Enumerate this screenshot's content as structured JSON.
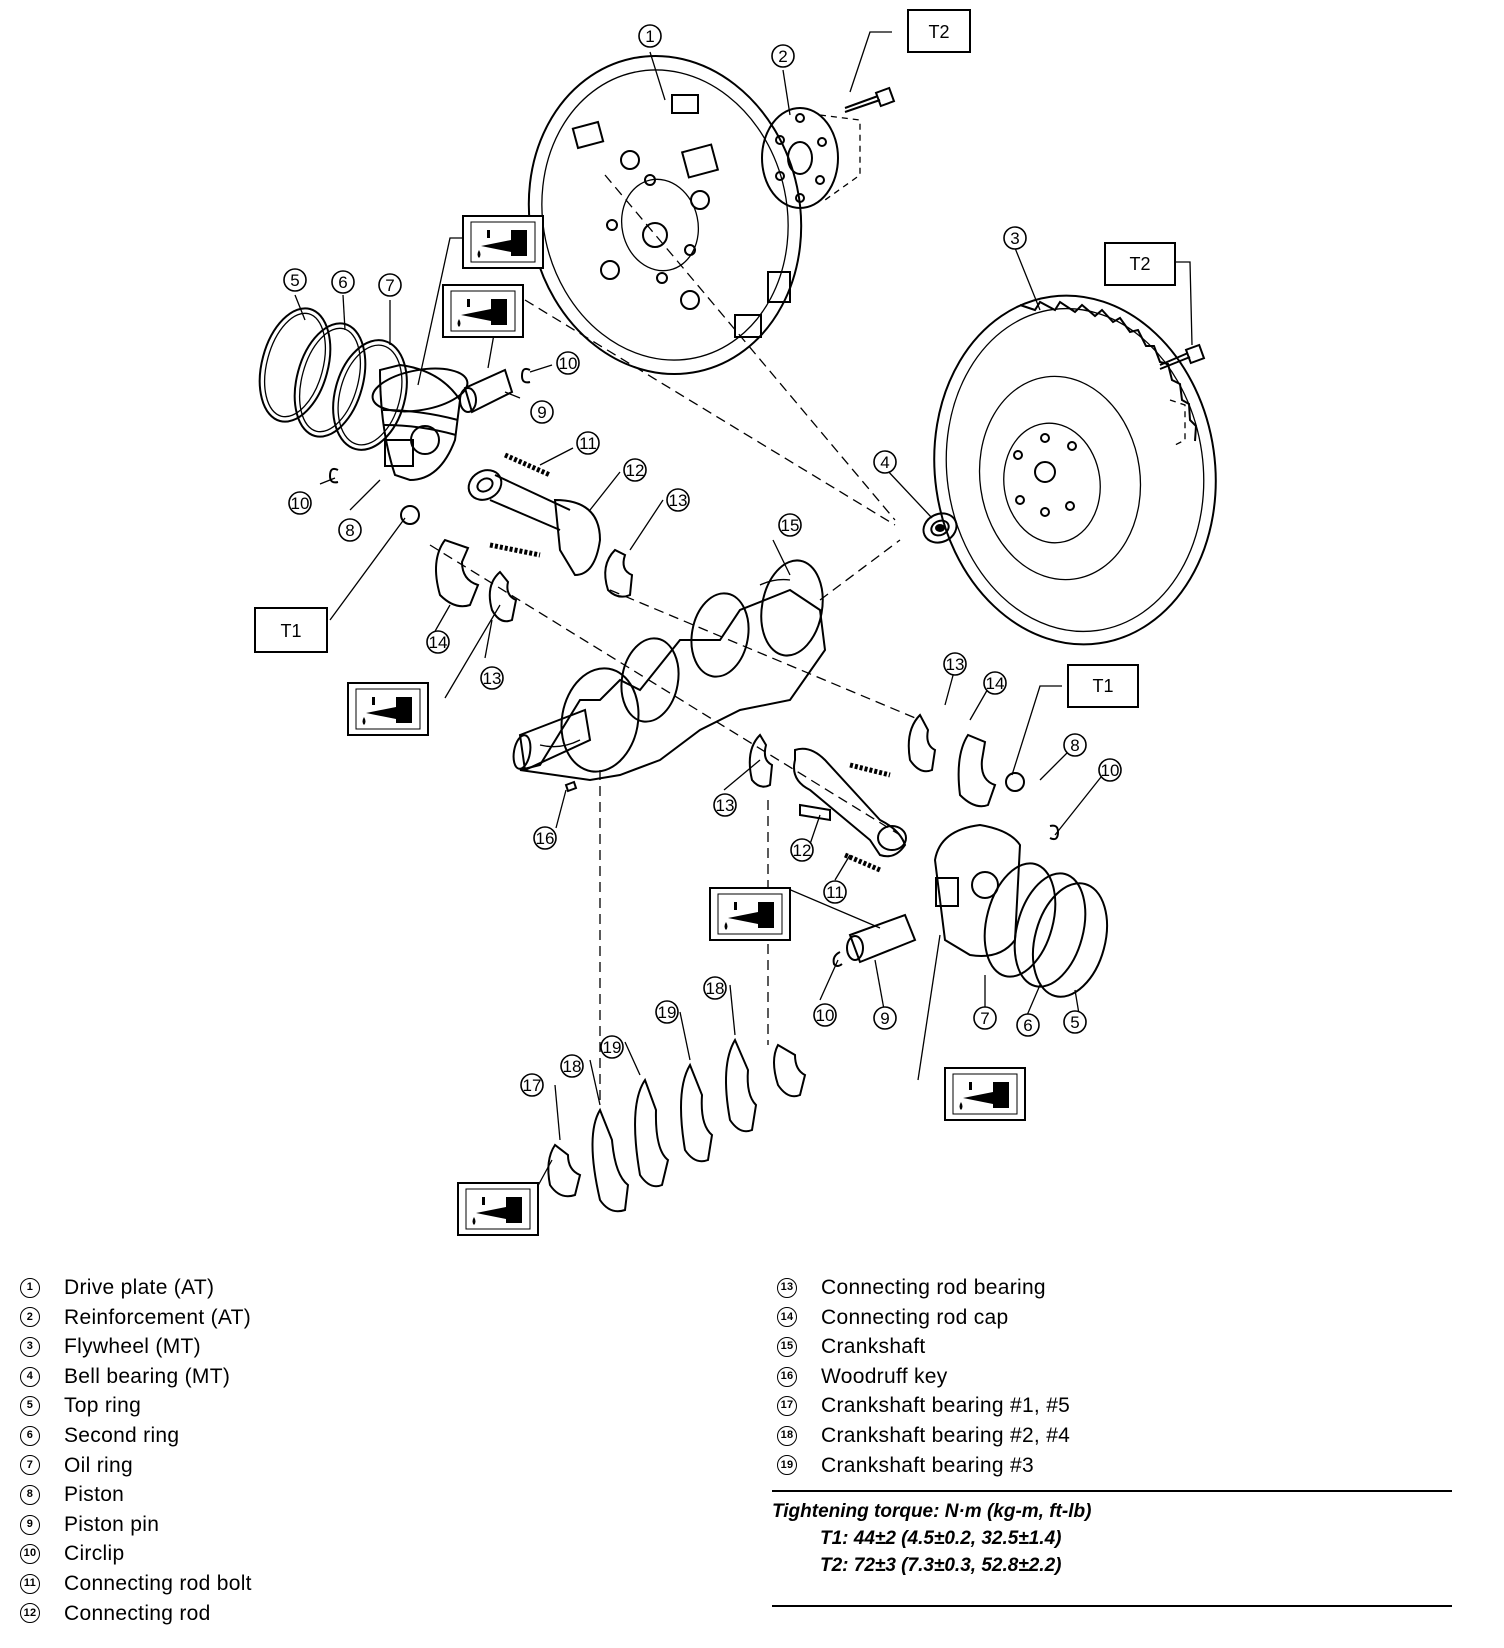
{
  "callouts": {
    "n1": "1",
    "n2": "2",
    "n3": "3",
    "n4": "4",
    "n5": "5",
    "n6": "6",
    "n7": "7",
    "n8": "8",
    "n9": "9",
    "n10": "10",
    "n11": "11",
    "n12": "12",
    "n13": "13",
    "n14": "14",
    "n15": "15",
    "n16": "16",
    "n17": "17",
    "n18": "18",
    "n19": "19"
  },
  "torque_labels": {
    "t1": "T1",
    "t2": "T2"
  },
  "legend": {
    "left": [
      {
        "num": "1",
        "text": "Drive plate (AT)"
      },
      {
        "num": "2",
        "text": "Reinforcement (AT)"
      },
      {
        "num": "3",
        "text": "Flywheel (MT)"
      },
      {
        "num": "4",
        "text": "Bell bearing (MT)"
      },
      {
        "num": "5",
        "text": "Top ring"
      },
      {
        "num": "6",
        "text": "Second ring"
      },
      {
        "num": "7",
        "text": "Oil ring"
      },
      {
        "num": "8",
        "text": "Piston"
      },
      {
        "num": "9",
        "text": "Piston pin"
      },
      {
        "num": "10",
        "text": "Circlip"
      },
      {
        "num": "11",
        "text": "Connecting rod bolt"
      },
      {
        "num": "12",
        "text": "Connecting rod"
      }
    ],
    "right": [
      {
        "num": "13",
        "text": "Connecting rod bearing"
      },
      {
        "num": "14",
        "text": "Connecting rod cap"
      },
      {
        "num": "15",
        "text": "Crankshaft"
      },
      {
        "num": "16",
        "text": "Woodruff key"
      },
      {
        "num": "17",
        "text": "Crankshaft bearing #1, #5"
      },
      {
        "num": "18",
        "text": "Crankshaft bearing #2, #4"
      },
      {
        "num": "19",
        "text": "Crankshaft bearing #3"
      }
    ]
  },
  "torque": {
    "heading": "Tightening torque: N·m (kg-m, ft-lb)",
    "t1": "T1: 44±2 (4.5±0.2, 32.5±1.4)",
    "t2": "T2: 72±3 (7.3±0.3, 52.8±2.2)"
  }
}
